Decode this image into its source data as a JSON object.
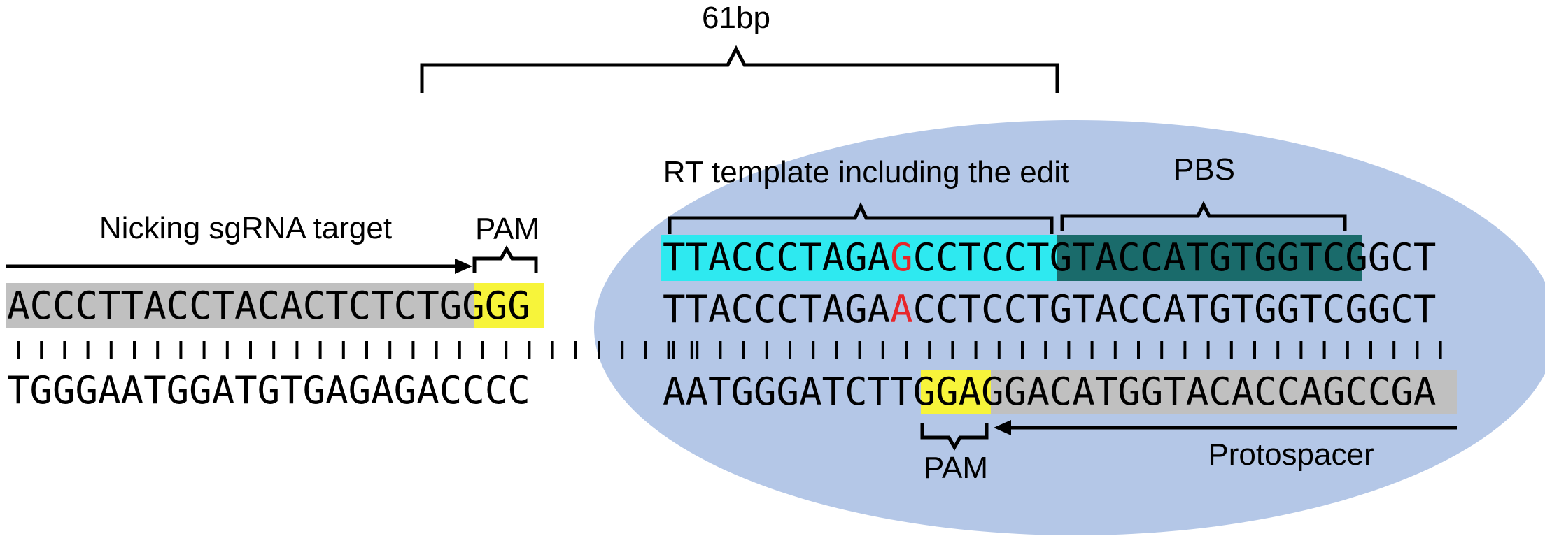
{
  "title_length": "61bp",
  "labels": {
    "rt_template": "RT template including the edit",
    "pbs": "PBS",
    "nicking_target": "Nicking sgRNA target",
    "pam_left": "PAM",
    "pam_bottom": "PAM",
    "protospacer": "Protospacer"
  },
  "sequences": {
    "left_top": {
      "plain": "ACCCTTACCTACACTCTCTG",
      "pam": "GGG"
    },
    "left_bottom": "TGGGAATGGATGTGAGAGACCCC",
    "edited_strand": {
      "rt_before": "TTACCCTAGA",
      "edit": "G",
      "rt_after": "CCTCCT",
      "pbs": "GTACCATGTGGTC",
      "tail": "GGCT"
    },
    "original_top": {
      "before": "TTACCCTAGA",
      "mismatch": "A",
      "after": "CCTCCTGTACCATGTGGTCGGCT"
    },
    "right_bottom": {
      "before": "AATGGGATCTT",
      "pam": "GGA",
      "protospacer": "GGACATGGTACACCAGCCGA"
    }
  },
  "colors": {
    "ellipse": "#b4c7e7",
    "rt_template_highlight": "#2ee9f0",
    "pbs_highlight": "#1a6b6b",
    "pam_highlight": "#f7f43a",
    "grey_highlight": "#c0c0c0",
    "edit_base": "#e8262a"
  }
}
